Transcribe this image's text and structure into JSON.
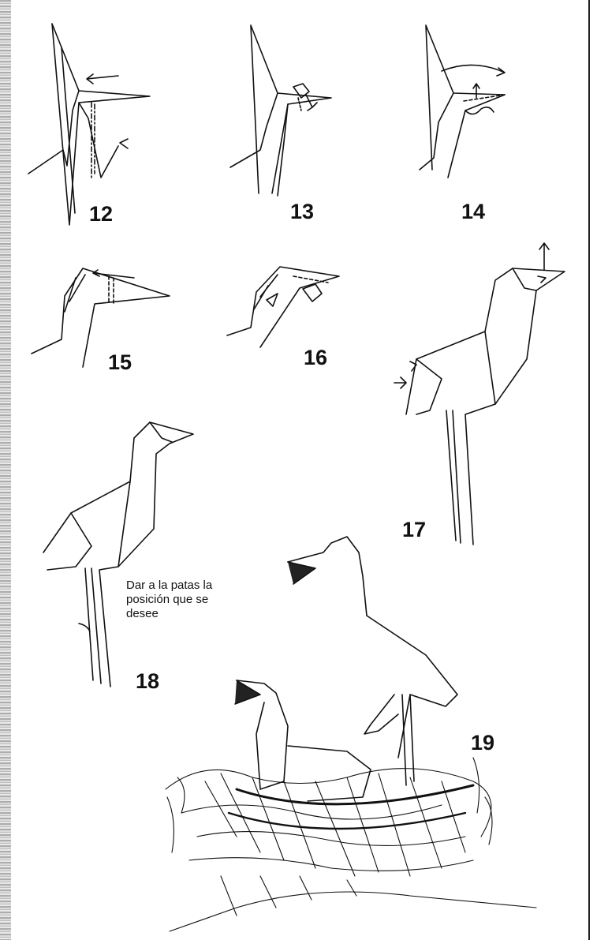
{
  "steps": {
    "s12": "12",
    "s13": "13",
    "s14": "14",
    "s15": "15",
    "s16": "16",
    "s17": "17",
    "s18": "18",
    "s19": "19"
  },
  "caption": {
    "line1": "Dar a la patas la",
    "line2": "posición que se",
    "line3": "desee"
  },
  "colors": {
    "ink": "#111111",
    "paper": "#ffffff"
  }
}
